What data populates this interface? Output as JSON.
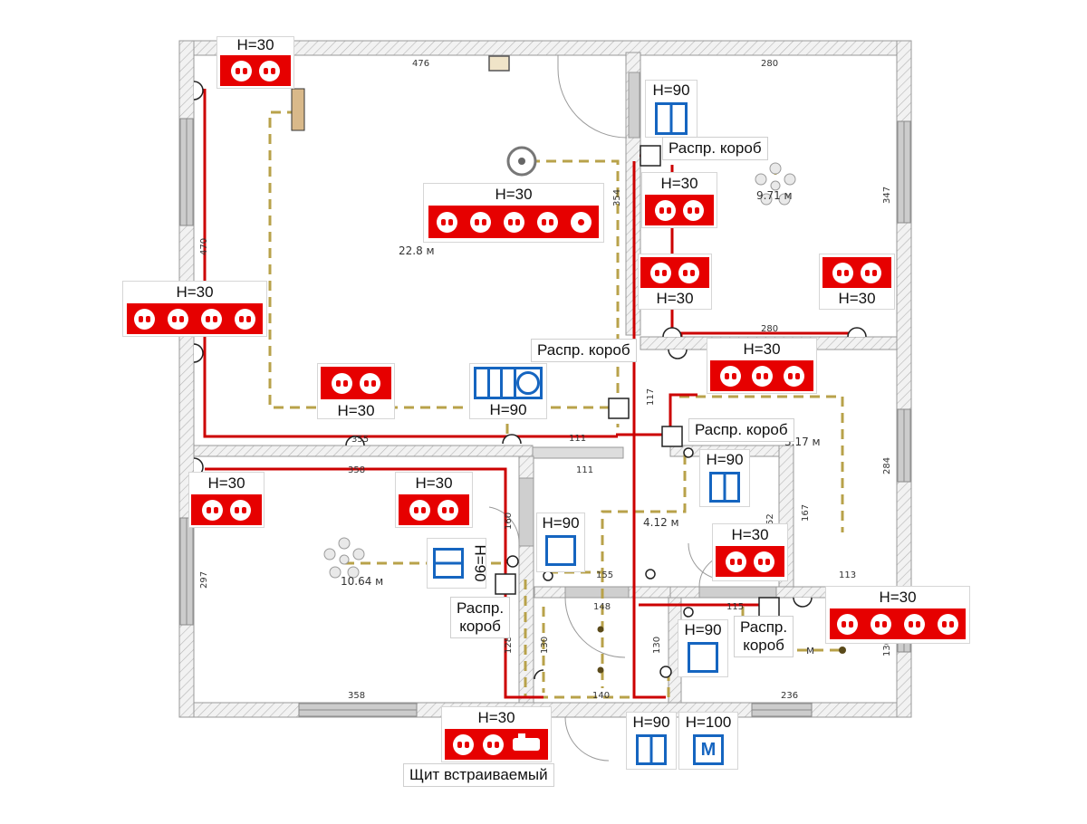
{
  "areas": {
    "a1": "22.8 м",
    "a2": "9.71 м",
    "a3": "10.64 м",
    "a4": "4.12 м",
    "a5": "3.17 м",
    "a6": "м"
  },
  "dims": {
    "d476": "476",
    "d280a": "280",
    "d280b": "280",
    "d347": "347",
    "d470": "470",
    "d354": "354",
    "d355": "355",
    "d111a": "111",
    "d111b": "111",
    "d117": "117",
    "d358a": "358",
    "d358b": "358",
    "d297": "297",
    "d160": "160",
    "d128": "128",
    "d130a": "130",
    "d130b": "130",
    "d130c": "130",
    "d148": "148",
    "d140": "140",
    "d155": "155",
    "d115": "115",
    "d52": "52",
    "d167": "167",
    "d113": "113",
    "d284": "284",
    "d236": "236"
  },
  "labels": {
    "h30": "H=30",
    "h90": "H=90",
    "h100": "H=100",
    "box": "Распр. короб",
    "box_l1": "Распр.",
    "box_l2": "короб",
    "panel": "Щит встраиваемый",
    "h90_rot": "H=90"
  },
  "colors": {
    "wall": "#d9d9d9",
    "socket": "#e60000",
    "switch": "#1565c0",
    "power_line": "#cc0000",
    "light_line": "#b8a24a"
  }
}
